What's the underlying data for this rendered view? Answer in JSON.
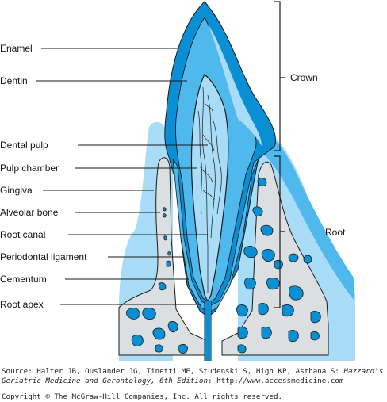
{
  "labels": {
    "enamel": "Enamel",
    "dentin": "Dentin",
    "dental_pulp": "Dental pulp",
    "pulp_chamber": "Pulp chamber",
    "gingiva": "Gingiva",
    "alveolar_bone": "Alveolar bone",
    "root_canal": "Root canal",
    "periodontal_ligament": "Periodontal ligament",
    "cementum": "Cementum",
    "root_apex": "Root apex",
    "crown": "Crown",
    "root": "Root"
  },
  "caption": {
    "source_prefix": "Source: Halter JB, Ouslander JG, Tinetti ME, Studenski S, High KP, Asthana S: ",
    "book_title_1": "Hazzard's",
    "book_title_2": "Geriatric Medicine and Gerontology, 6th Edition",
    "url": ": http://www.accessmedicine.com",
    "copyright": "Copyright © The McGraw-Hill Companies, Inc. All rights reserved."
  },
  "colors": {
    "dark_blue": "#0a8fd4",
    "mid_blue": "#4fb8ec",
    "light_blue": "#a9dcf7",
    "bone_gray": "#dcdfe2",
    "outline": "#1a1a1a"
  }
}
